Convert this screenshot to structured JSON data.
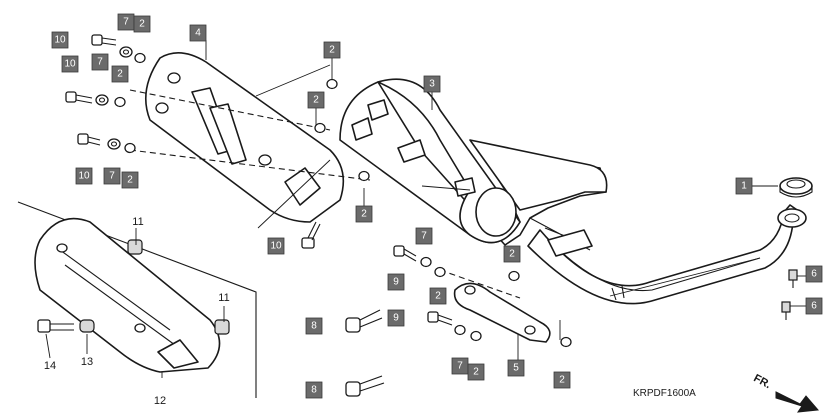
{
  "diagram_code": "KRPDF1600A",
  "direction_label": "FR.",
  "callouts": [
    {
      "id": "c10a",
      "label": "10"
    },
    {
      "id": "c7a",
      "label": "7"
    },
    {
      "id": "c2a",
      "label": "2"
    },
    {
      "id": "c4",
      "label": "4"
    },
    {
      "id": "c10b",
      "label": "10"
    },
    {
      "id": "c7b",
      "label": "7"
    },
    {
      "id": "c2b",
      "label": "2"
    },
    {
      "id": "c10c",
      "label": "10"
    },
    {
      "id": "c7c",
      "label": "7"
    },
    {
      "id": "c2c",
      "label": "2"
    },
    {
      "id": "c2d",
      "label": "2"
    },
    {
      "id": "c2e",
      "label": "2"
    },
    {
      "id": "c3",
      "label": "3"
    },
    {
      "id": "c2f",
      "label": "2"
    },
    {
      "id": "c10d",
      "label": "10"
    },
    {
      "id": "c7d",
      "label": "7"
    },
    {
      "id": "c2g",
      "label": "2"
    },
    {
      "id": "c9a",
      "label": "9"
    },
    {
      "id": "c2h",
      "label": "2"
    },
    {
      "id": "c9b",
      "label": "9"
    },
    {
      "id": "c8a",
      "label": "8"
    },
    {
      "id": "c7e",
      "label": "7"
    },
    {
      "id": "c2i",
      "label": "2"
    },
    {
      "id": "c5",
      "label": "5"
    },
    {
      "id": "c2j",
      "label": "2"
    },
    {
      "id": "c8b",
      "label": "8"
    },
    {
      "id": "c1",
      "label": "1"
    },
    {
      "id": "c6a",
      "label": "6"
    },
    {
      "id": "c6b",
      "label": "6"
    }
  ],
  "plain_labels": [
    {
      "id": "l11a",
      "label": "11"
    },
    {
      "id": "l11b",
      "label": "11"
    },
    {
      "id": "l14",
      "label": "14"
    },
    {
      "id": "l13",
      "label": "13"
    },
    {
      "id": "l12",
      "label": "12"
    }
  ]
}
